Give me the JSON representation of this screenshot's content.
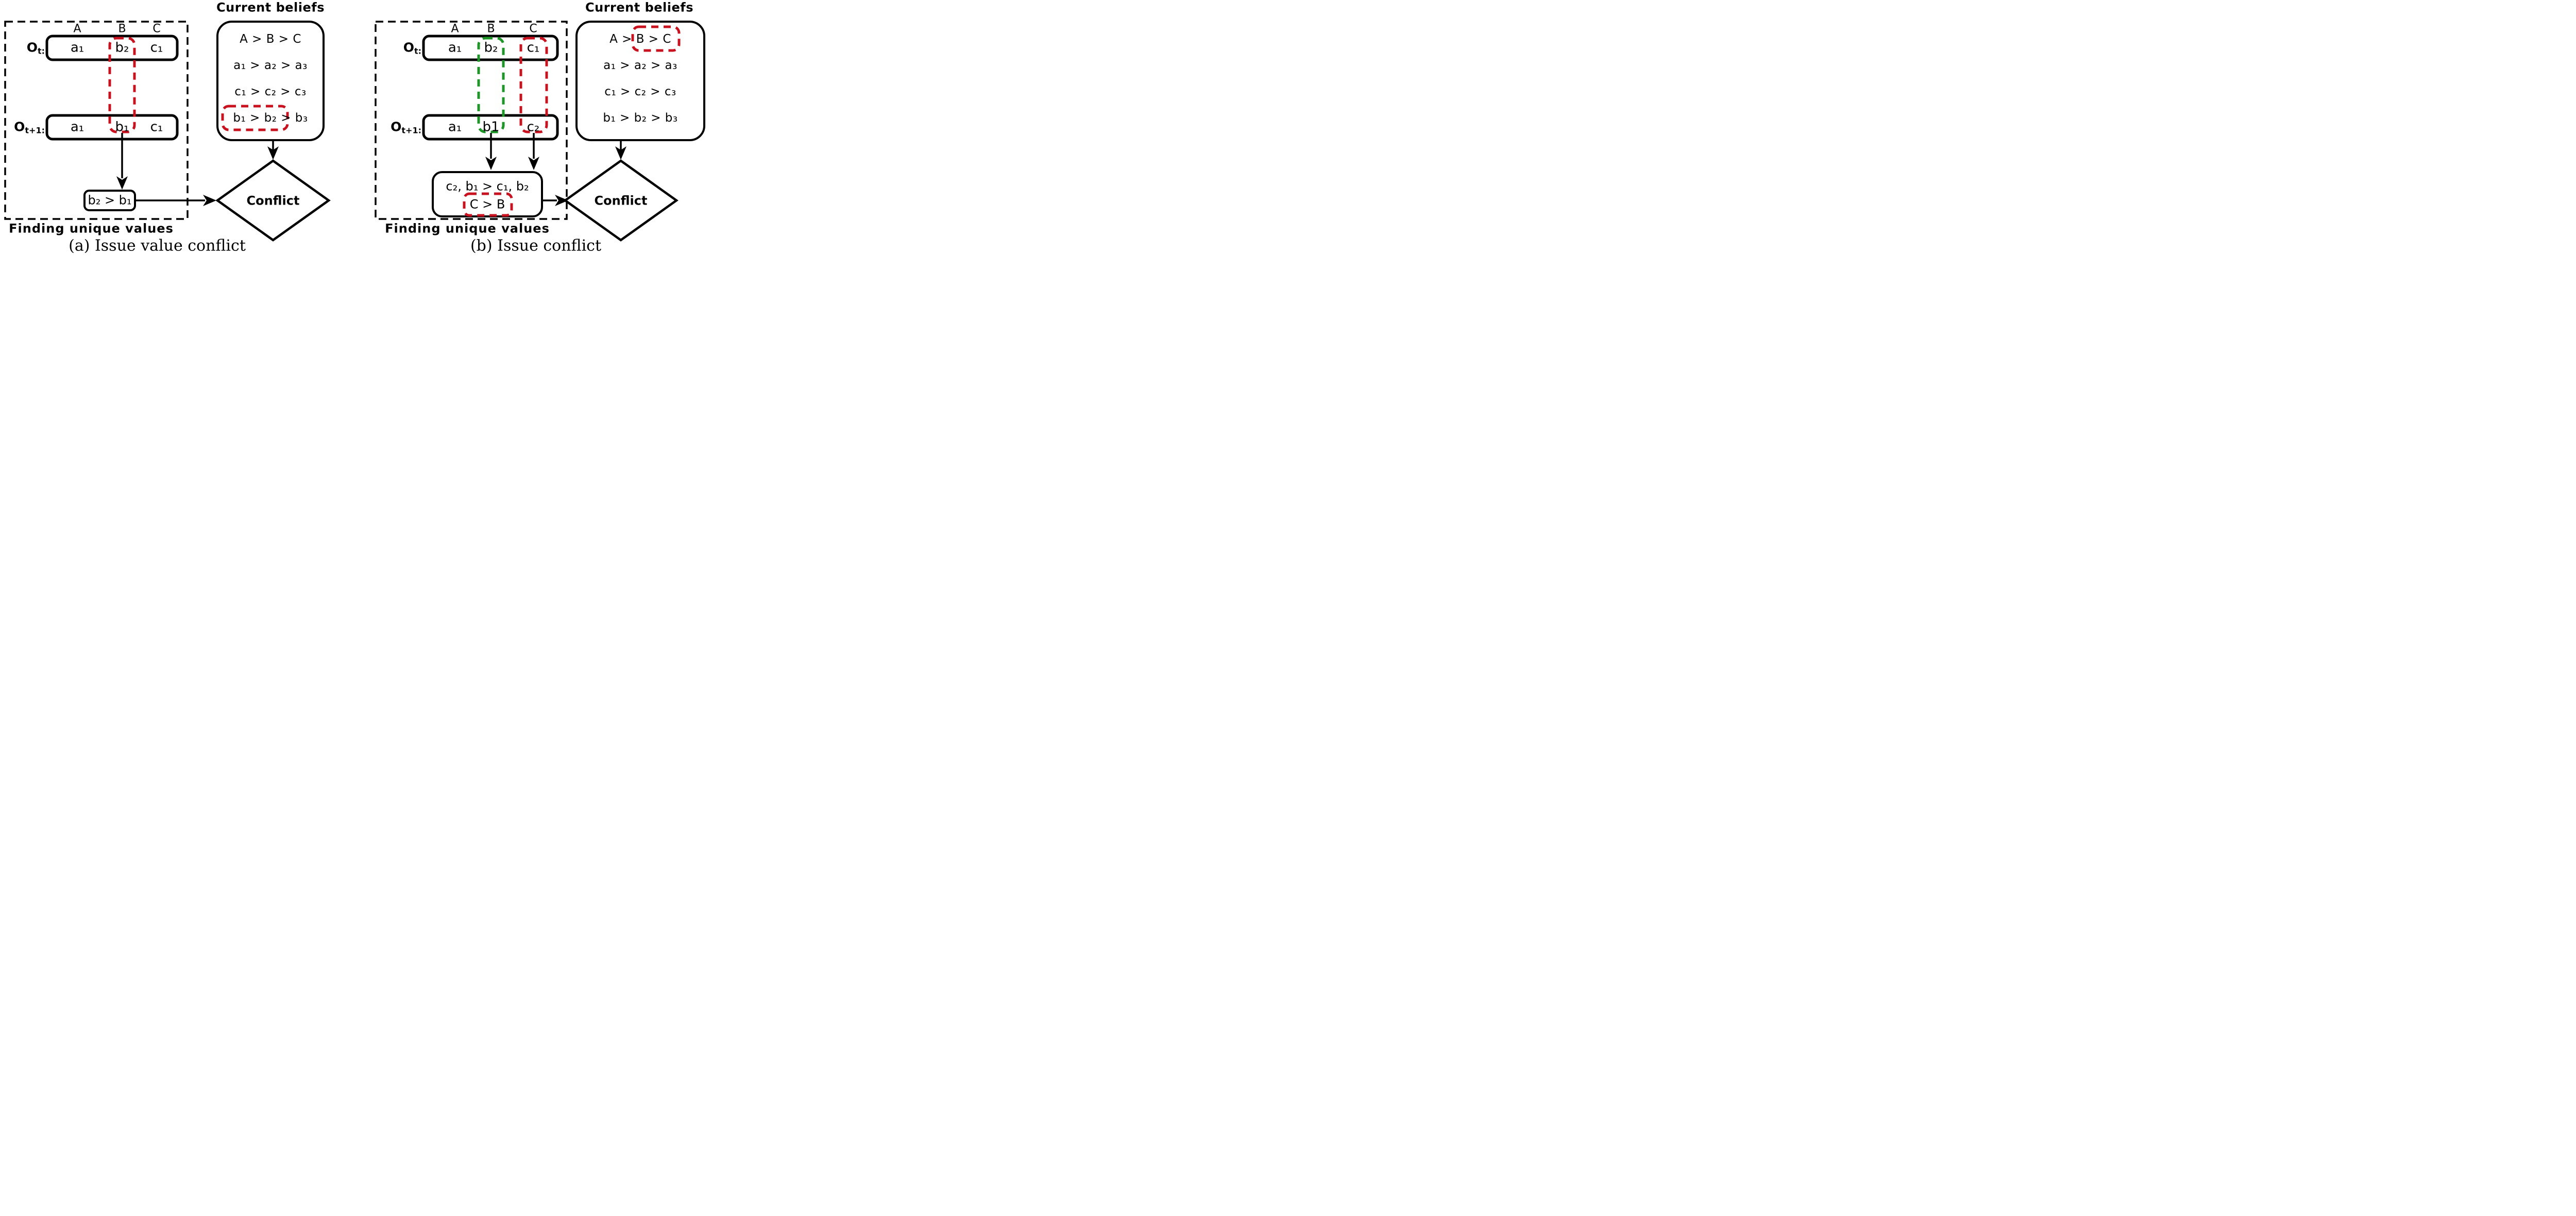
{
  "colors": {
    "highlight_red": "#c9121f",
    "highlight_green": "#1d9527",
    "ink": "#000000"
  },
  "panel_a": {
    "caption": "(a) Issue value conflict",
    "region_label": "Finding unique values",
    "columns": [
      "A",
      "B",
      "C"
    ],
    "observation_rows": [
      {
        "label_base": "O",
        "label_sub": "t:",
        "cells": [
          "a₁",
          "b₂",
          "c₁"
        ]
      },
      {
        "label_base": "O",
        "label_sub": "t+1:",
        "cells": [
          "a₁",
          "b₁",
          "c₁"
        ]
      }
    ],
    "unique_value_box": "b₂ > b₁",
    "current_beliefs": {
      "title": "Current beliefs",
      "lines": [
        "A > B > C",
        "a₁ > a₂ > a₃",
        "c₁ > c₂ > c₃",
        "b₁ > b₂ > b₃"
      ]
    },
    "conflict_label": "Conflict"
  },
  "panel_b": {
    "caption": "(b) Issue conflict",
    "region_label": "Finding unique values",
    "columns": [
      "A",
      "B",
      "C"
    ],
    "observation_rows": [
      {
        "label_base": "O",
        "label_sub": "t:",
        "cells": [
          "a₁",
          "b₂",
          "c₁"
        ]
      },
      {
        "label_base": "O",
        "label_sub": "t+1:",
        "cells": [
          "a₁",
          "b1",
          "c₂"
        ]
      }
    ],
    "unique_value_box_line1": "c₂, b₁ > c₁, b₂",
    "unique_value_box_line2": "C > B",
    "current_beliefs": {
      "title": "Current beliefs",
      "lines": [
        "A > B > C",
        "a₁ > a₂ > a₃",
        "c₁ > c₂ > c₃",
        "b₁ > b₂ > b₃"
      ]
    },
    "conflict_label": "Conflict"
  }
}
